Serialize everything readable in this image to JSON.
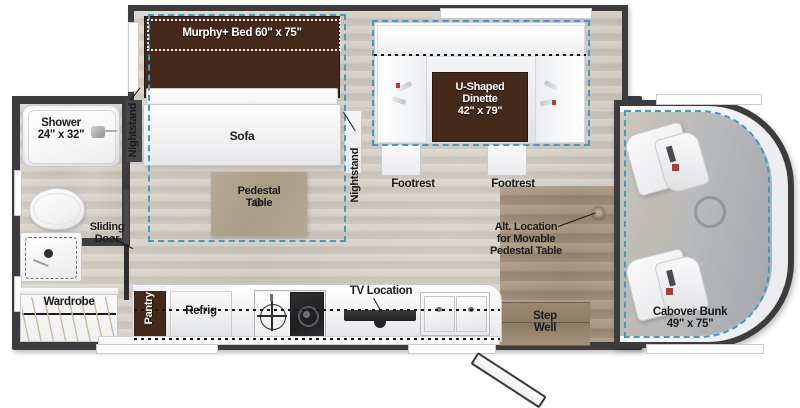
{
  "title": "RV Floorplan",
  "colors": {
    "wall": "#3c3c3e",
    "slideout_dash": "#3d9cc4",
    "wood_dark": "#45291a",
    "floor_light": "#d3cdc3",
    "floor_dark": "#a3917a",
    "label_text": "#1b1b1b",
    "label_text_light": "#ffffff"
  },
  "labels": {
    "murphy_bed": "Murphy+ Bed 60\" x 75\"",
    "sofa": "Sofa",
    "pedestal_table": "Pedestal\nTable",
    "nightstand_left": "Nightstand",
    "nightstand_right": "Nightstand",
    "shower": "Shower\n24\" x 32\"",
    "sliding_door": "Sliding\nDoor",
    "wardrobe": "Wardrobe",
    "pantry": "Pantry",
    "refrig": "Refrig",
    "tv_location": "TV Location",
    "step_well": "Step\nWell",
    "u_shaped_dinette": "U-Shaped\nDinette\n42\" x 79\"",
    "footrest_left": "Footrest",
    "footrest_right": "Footrest",
    "alt_location": "Alt. Location\nfor Movable\nPedestal Table",
    "cabover_bunk": "Cabover Bunk\n49\" x 75\""
  },
  "rooms": [
    {
      "name": "bathroom",
      "label": "Shower 24\" x 32\""
    },
    {
      "name": "bedroom-slideout",
      "label": "Murphy+ Bed 60\" x 75\""
    },
    {
      "name": "living-area",
      "label": "Sofa"
    },
    {
      "name": "dinette-slideout",
      "label": "U-Shaped Dinette 42\" x 79\""
    },
    {
      "name": "galley",
      "label": "Refrig"
    },
    {
      "name": "cab",
      "label": "Cabover Bunk 49\" x 75\""
    }
  ],
  "dimensions": {
    "murphy_bed": "60\" x 75\"",
    "shower": "24\" x 32\"",
    "dinette": "42\" x 79\"",
    "cabover_bunk": "49\" x 75\""
  }
}
